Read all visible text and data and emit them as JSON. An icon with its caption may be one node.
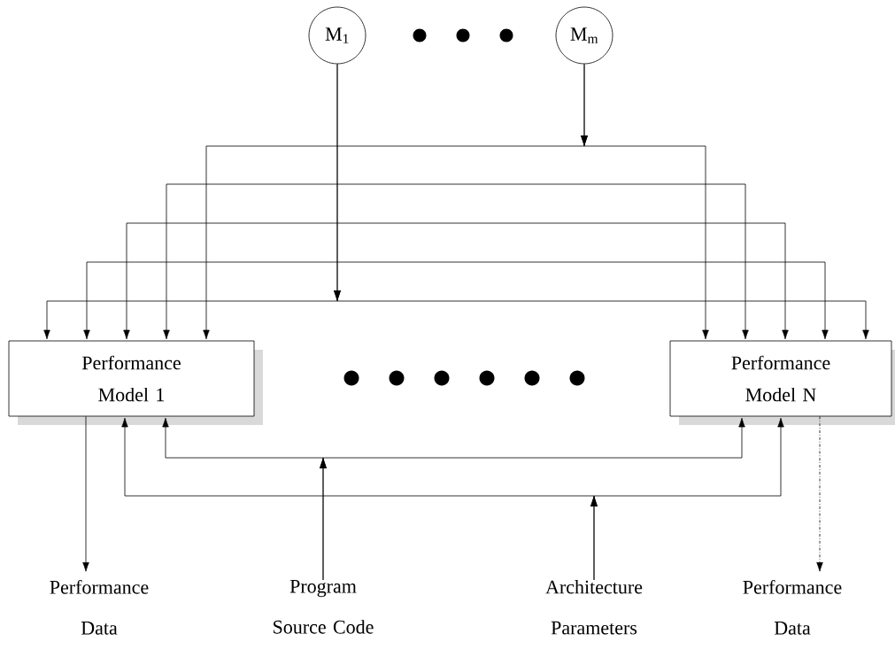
{
  "diagram": {
    "nodes": [
      {
        "text": [
          "M$_{1}$"
        ]
      },
      {
        "text": [
          "M$_{m}$"
        ]
      },
      {
        "text": [
          "Performance Model 1"
        ]
      },
      {
        "text": [
          "Performance Model N"
        ]
      },
      {
        "text": [
          "Performance Data"
        ]
      },
      {
        "text": [
          "Program Source Code"
        ]
      },
      {
        "text": [
          "Architecture Parameters"
        ]
      },
      {
        "text": [
          "Performance Data"
        ]
      }
    ],
    "edges": [
      {
        "from": 0,
        "to": 2,
        "arrow": "to"
      },
      {
        "from": 0,
        "to": 3,
        "arrow": "to"
      },
      {
        "from": 1,
        "to": 2,
        "arrow": "to"
      },
      {
        "from": 1,
        "to": 3,
        "arrow": "to"
      },
      {
        "from": 2,
        "to": 3,
        "arrow": "both"
      },
      {
        "from": 2,
        "to": 3,
        "arrow": "both"
      },
      {
        "from": 2,
        "to": 3,
        "arrow": "both"
      },
      {
        "from": 5,
        "to": 2,
        "arrow": "to"
      },
      {
        "from": 5,
        "to": 3,
        "arrow": "to"
      },
      {
        "from": 6,
        "to": 2,
        "arrow": "to"
      },
      {
        "from": 6,
        "to": 3,
        "arrow": "to"
      },
      {
        "from": 2,
        "to": 4,
        "arrow": "to"
      },
      {
        "from": 3,
        "to": 7,
        "arrow": "to",
        "style": "dashed"
      }
    ]
  }
}
